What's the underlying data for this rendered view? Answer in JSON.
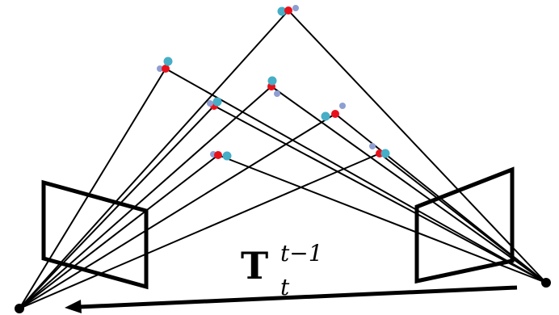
{
  "label": {
    "base": "T",
    "superscript": "t−1",
    "subscript": "t"
  },
  "colors": {
    "line": "#000000",
    "point_red": "#e8101a",
    "point_cyan": "#46aec6",
    "point_lavender": "#8f9ed2"
  }
}
